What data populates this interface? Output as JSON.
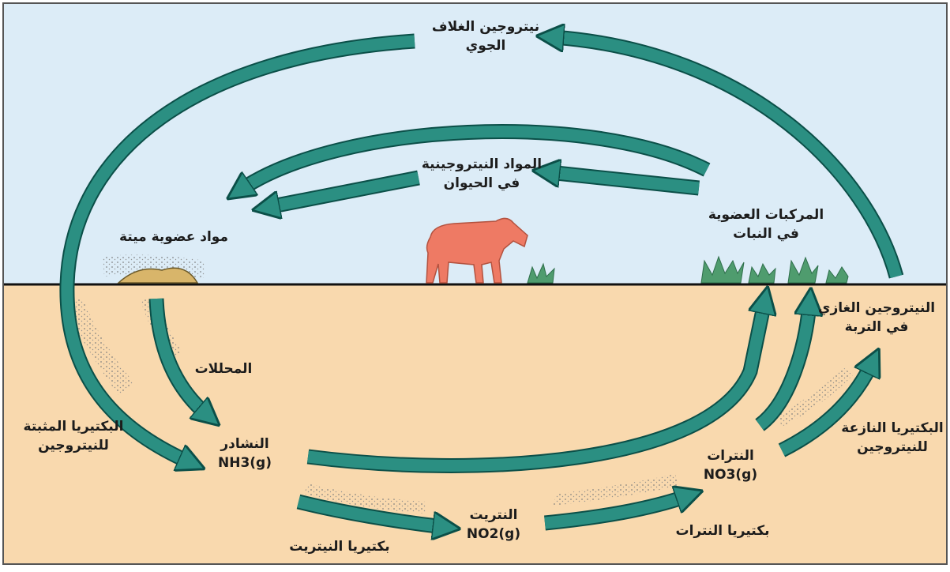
{
  "colors": {
    "sky": "#dcecf7",
    "soil": "#f9d9ae",
    "arrow": "#2b8f82",
    "arrow_outline": "#0b4f48",
    "animal": "#ee7a64",
    "grass": "#4f9c6e",
    "ground_line": "#111111",
    "border": "#555555"
  },
  "diagram": {
    "labels": {
      "atmospheric_nitrogen": [
        "نيتروجين الغلاف",
        "الجوي"
      ],
      "organic_compounds_plants": [
        "المركبات العضوية",
        "في النبات"
      ],
      "nitrogenous_materials_animals": [
        "المواد النيتروجينية",
        "في الحيوان"
      ],
      "dead_organic_matter": [
        "مواد عضوية ميتة"
      ],
      "decomposers": [
        "المحللات"
      ],
      "nitrogen_fixing_bacteria": [
        "البكتيريا المثبتة",
        "للنيتروجين"
      ],
      "ammonia": [
        "النشادر",
        "NH3(g)"
      ],
      "gaseous_nitrogen_soil": [
        "النيتروجين الغازي",
        "في التربة"
      ],
      "denitrifying_bacteria": [
        "البكتيريا النازعة",
        "للنيتروجين"
      ],
      "nitrates": [
        "النترات",
        "NO3(g)"
      ],
      "nitrites": [
        "النتريت",
        "NO2(g)"
      ],
      "nitrite_bacteria": [
        "بكتيريا النيتريت"
      ],
      "nitrate_bacteria": [
        "بكتيريا النترات"
      ]
    },
    "icons": [
      "cow-icon",
      "grass-icon",
      "bacteria-dots-icon",
      "arrow-icon"
    ]
  }
}
